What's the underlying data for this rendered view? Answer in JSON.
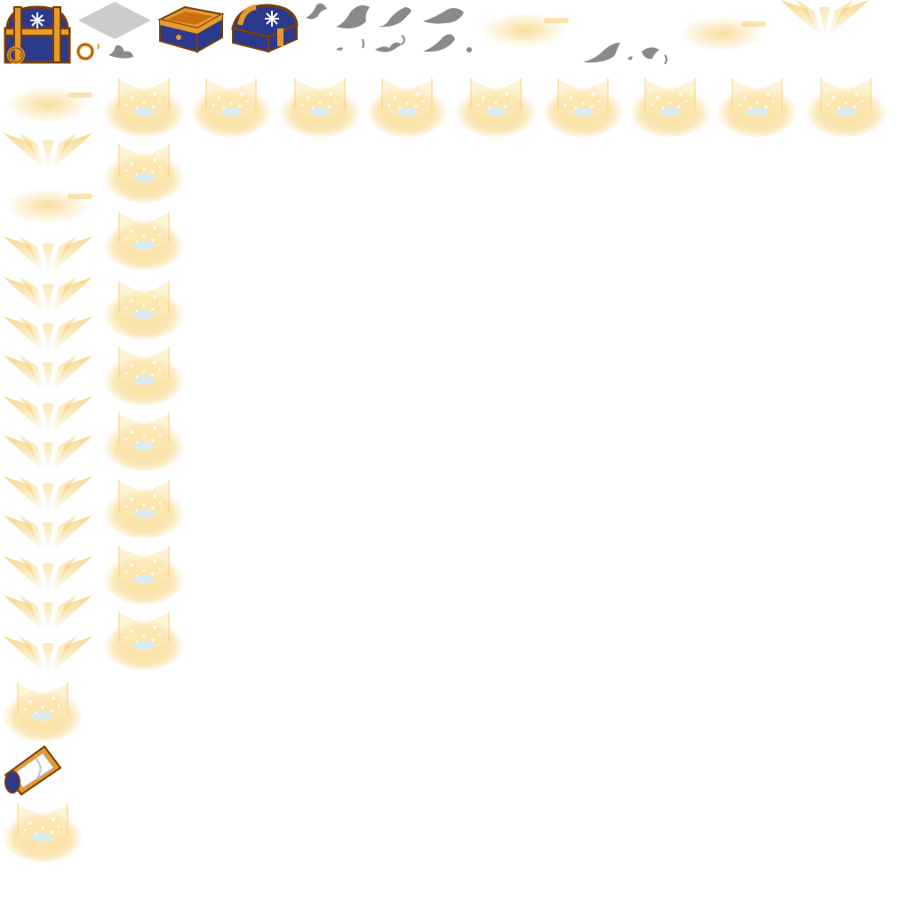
{
  "sheet": {
    "background": "#ffffff",
    "colors": {
      "chest_blue": "#2b3a8c",
      "chest_gold": "#e59a2a",
      "chest_outline": "#7a3e0a",
      "smoke": "#8a8a8a",
      "glow": "#f7d27a",
      "sparkle": "#cfefff",
      "tile": "#cccccc"
    },
    "sprites": {
      "row_count": 9,
      "column_count": 10,
      "ray_glows": 12
    }
  }
}
